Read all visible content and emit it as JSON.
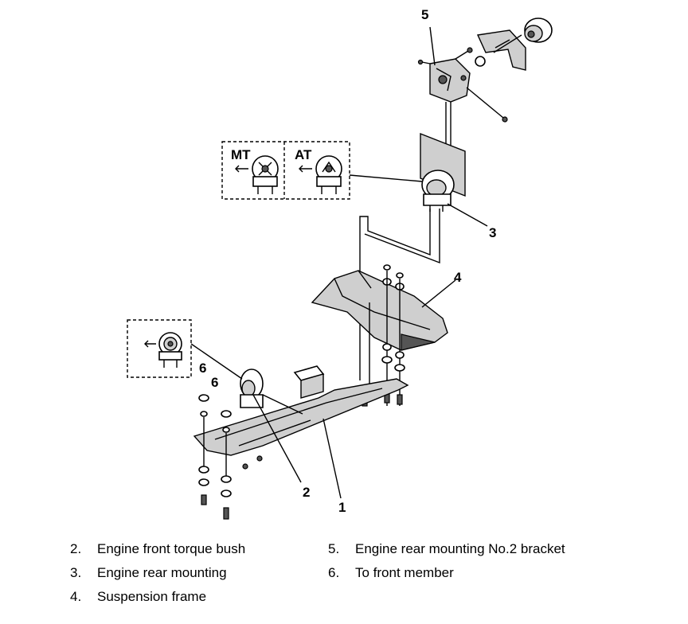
{
  "diagram": {
    "callouts": {
      "n1": "1",
      "n2": "2",
      "n3": "3",
      "n4": "4",
      "n5": "5",
      "n6a": "6",
      "n6b": "6"
    },
    "inset_labels": {
      "mt": "MT",
      "at": "AT"
    }
  },
  "legend": [
    {
      "num": "2.",
      "text": "Engine front torque bush"
    },
    {
      "num": "3.",
      "text": "Engine rear mounting"
    },
    {
      "num": "4.",
      "text": "Suspension frame"
    },
    {
      "num": "5.",
      "text": "Engine rear mounting No.2 bracket"
    },
    {
      "num": "6.",
      "text": "To front member"
    }
  ]
}
